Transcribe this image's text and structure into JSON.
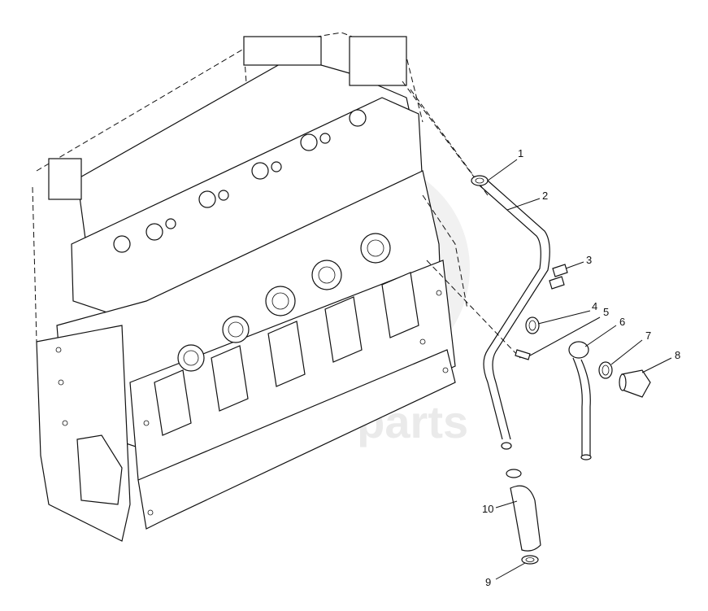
{
  "watermark": {
    "text": "mater-parts"
  },
  "callouts": [
    {
      "number": "1"
    },
    {
      "number": "2"
    },
    {
      "number": "3"
    },
    {
      "number": "4"
    },
    {
      "number": "5"
    },
    {
      "number": "6"
    },
    {
      "number": "7"
    },
    {
      "number": "8"
    },
    {
      "number": "9"
    },
    {
      "number": "10"
    }
  ]
}
